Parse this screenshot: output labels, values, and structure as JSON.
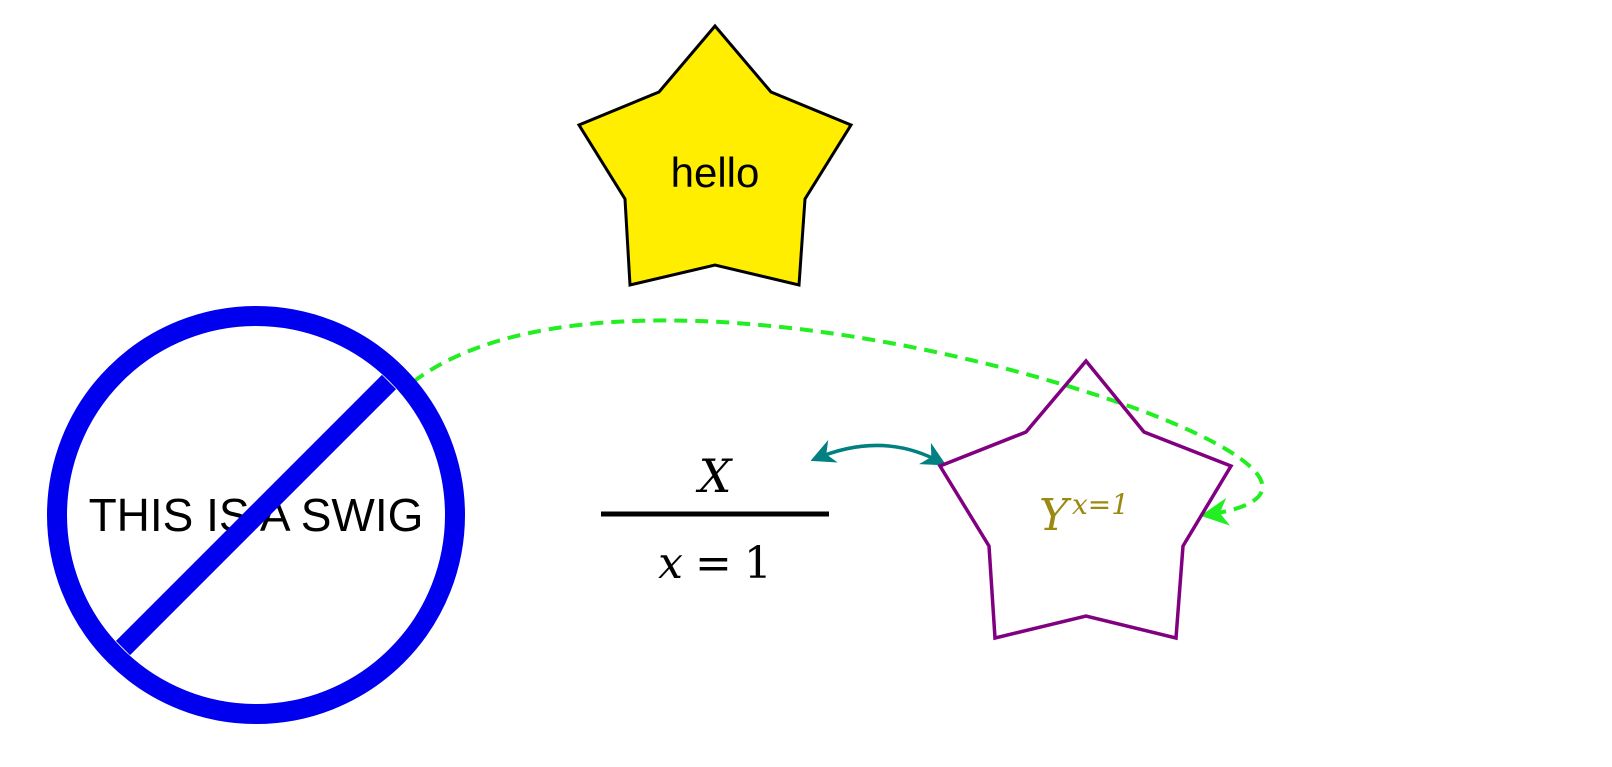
{
  "star_top": {
    "label": "hello",
    "fill": "#ffee00",
    "stroke": "#000000"
  },
  "no_sign": {
    "label": "THIS IS A SWIG",
    "color": "#0000ee"
  },
  "fraction": {
    "numerator": "X",
    "denominator_var": "x",
    "denominator_op": "=",
    "denominator_val": "1"
  },
  "star_right": {
    "base": "Y",
    "exponent": "x=1",
    "stroke": "#800080",
    "text_color": "#9a8a12"
  },
  "arrows": {
    "teal": "#008080",
    "green": "#22ee22"
  }
}
